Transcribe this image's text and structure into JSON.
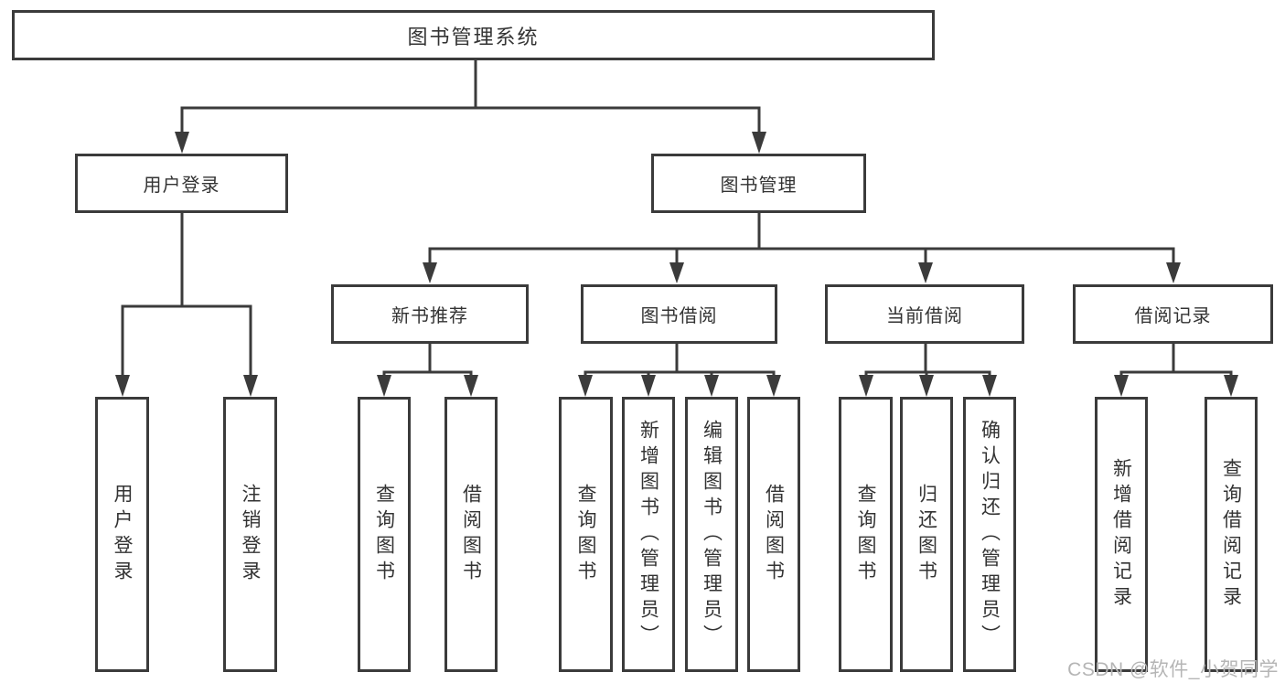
{
  "colors": {
    "line": "#3b3b3b",
    "box_border": "#3b3b3b",
    "text": "#333333",
    "background": "#ffffff",
    "watermark": "#b5b5b5"
  },
  "watermark": {
    "text": "CSDN @软件_小贺同学"
  },
  "tree": {
    "label": "图书管理系统",
    "children": [
      {
        "label": "用户登录",
        "children": [
          {
            "label": "用户登录"
          },
          {
            "label": "注销登录"
          }
        ]
      },
      {
        "label": "图书管理",
        "children": [
          {
            "label": "新书推荐",
            "children": [
              {
                "label": "查询图书"
              },
              {
                "label": "借阅图书"
              }
            ]
          },
          {
            "label": "图书借阅",
            "children": [
              {
                "label": "查询图书"
              },
              {
                "label": "新增图书（管理员）"
              },
              {
                "label": "编辑图书（管理员）"
              },
              {
                "label": "借阅图书"
              }
            ]
          },
          {
            "label": "当前借阅",
            "children": [
              {
                "label": "查询图书"
              },
              {
                "label": "归还图书"
              },
              {
                "label": "确认归还（管理员）"
              }
            ]
          },
          {
            "label": "借阅记录",
            "children": [
              {
                "label": "新增借阅记录"
              },
              {
                "label": "查询借阅记录"
              }
            ]
          }
        ]
      }
    ]
  }
}
